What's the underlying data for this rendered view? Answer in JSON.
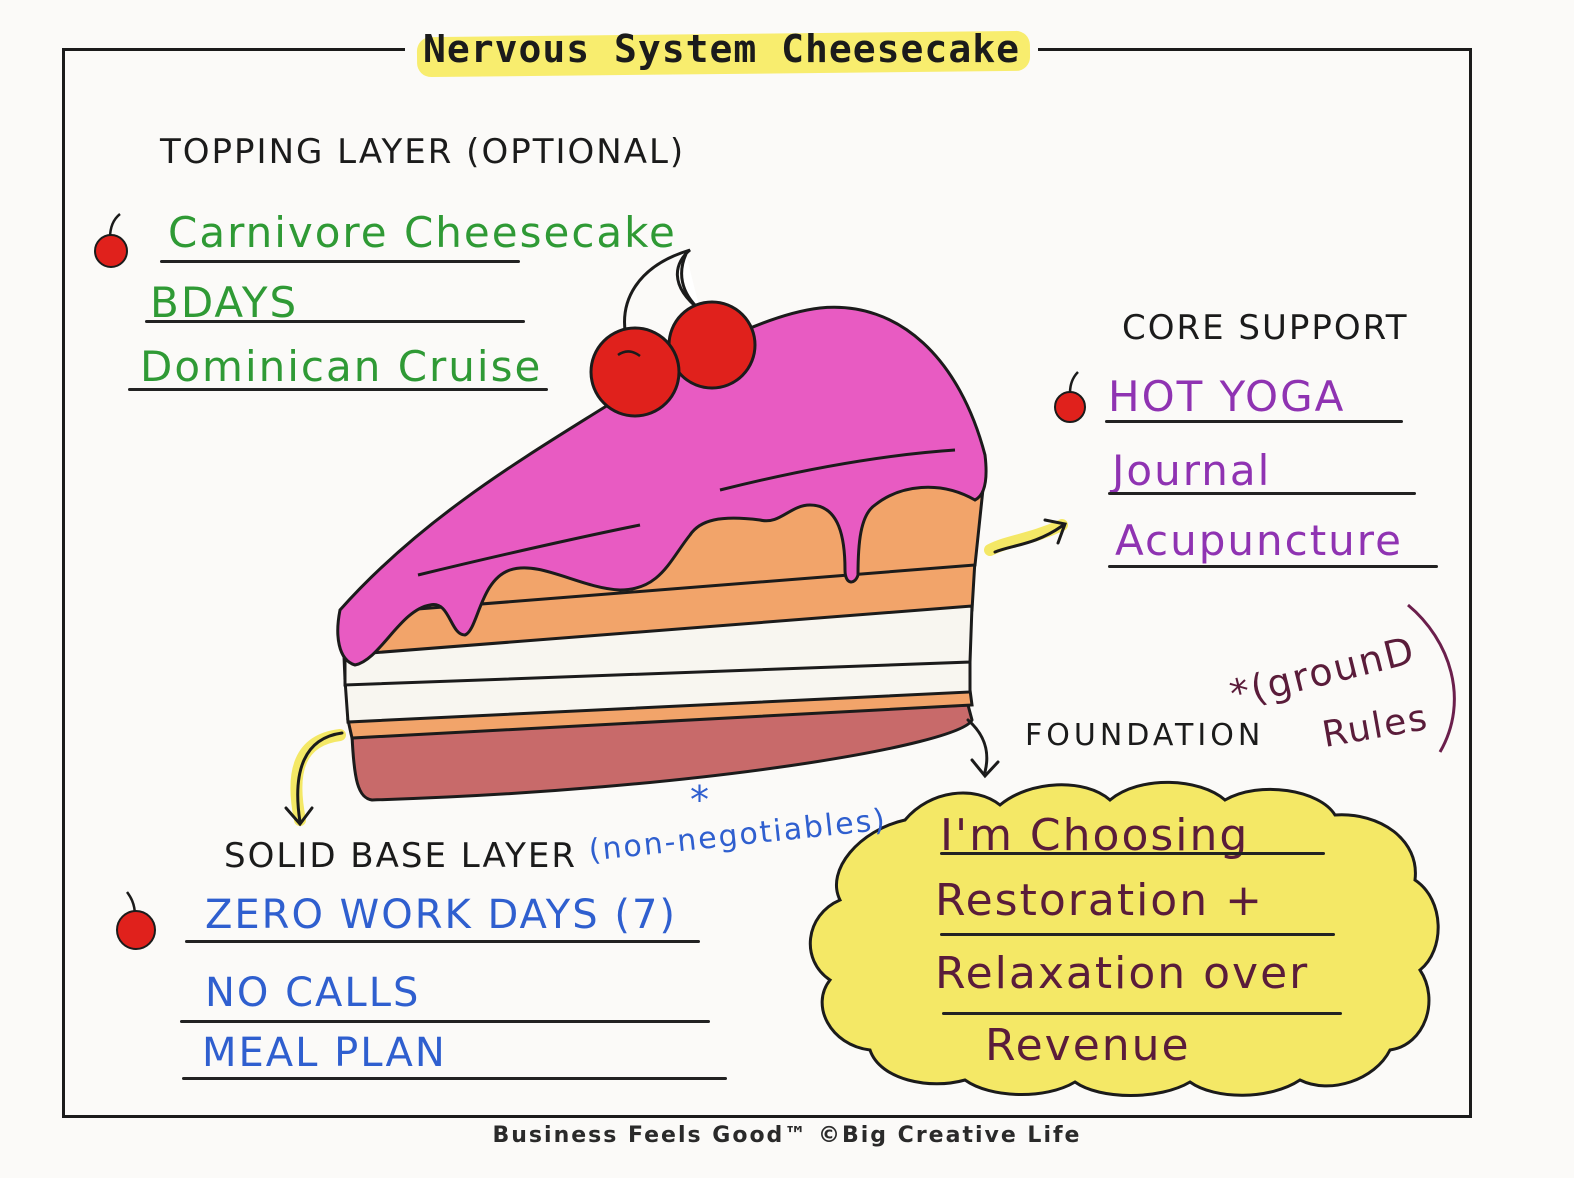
{
  "title": "Nervous System Cheesecake",
  "topping": {
    "heading": "TOPPING LAYER (OPTIONAL)",
    "items": [
      "Carnivore Cheesecake",
      "BDAYS",
      "Dominican Cruise"
    ]
  },
  "core": {
    "heading": "CORE SUPPORT",
    "items": [
      "HOT YOGA",
      "Journal",
      "Acupuncture"
    ]
  },
  "base": {
    "heading": "SOLID BASE LAYER",
    "note": "(non-negotiables)",
    "asterisk": "*",
    "items": [
      "ZERO WORK DAYS (7)",
      "NO CALLS",
      "MEAL PLAN"
    ]
  },
  "foundation": {
    "heading": "FOUNDATION",
    "note_line1": "*(grounD",
    "note_line2": "Rules",
    "lines": [
      "I'm Choosing",
      "Restoration +",
      "Relaxation over",
      "Revenue"
    ]
  },
  "footer": "Business Feels Good™ ©Big Creative Life",
  "colors": {
    "frosting": "#e85bc2",
    "cake": "#f2a46a",
    "cream": "#f8f6f0",
    "base_crust": "#c86a6a",
    "cherry": "#e0211c",
    "highlight_yellow": "#f7ea56",
    "topping_text": "#2f9a35",
    "core_text": "#8f33b2",
    "base_text": "#2f5fcf",
    "foundation_text": "#5a1c3a"
  },
  "icons": [
    "cherry-icon",
    "arrow-icon"
  ]
}
